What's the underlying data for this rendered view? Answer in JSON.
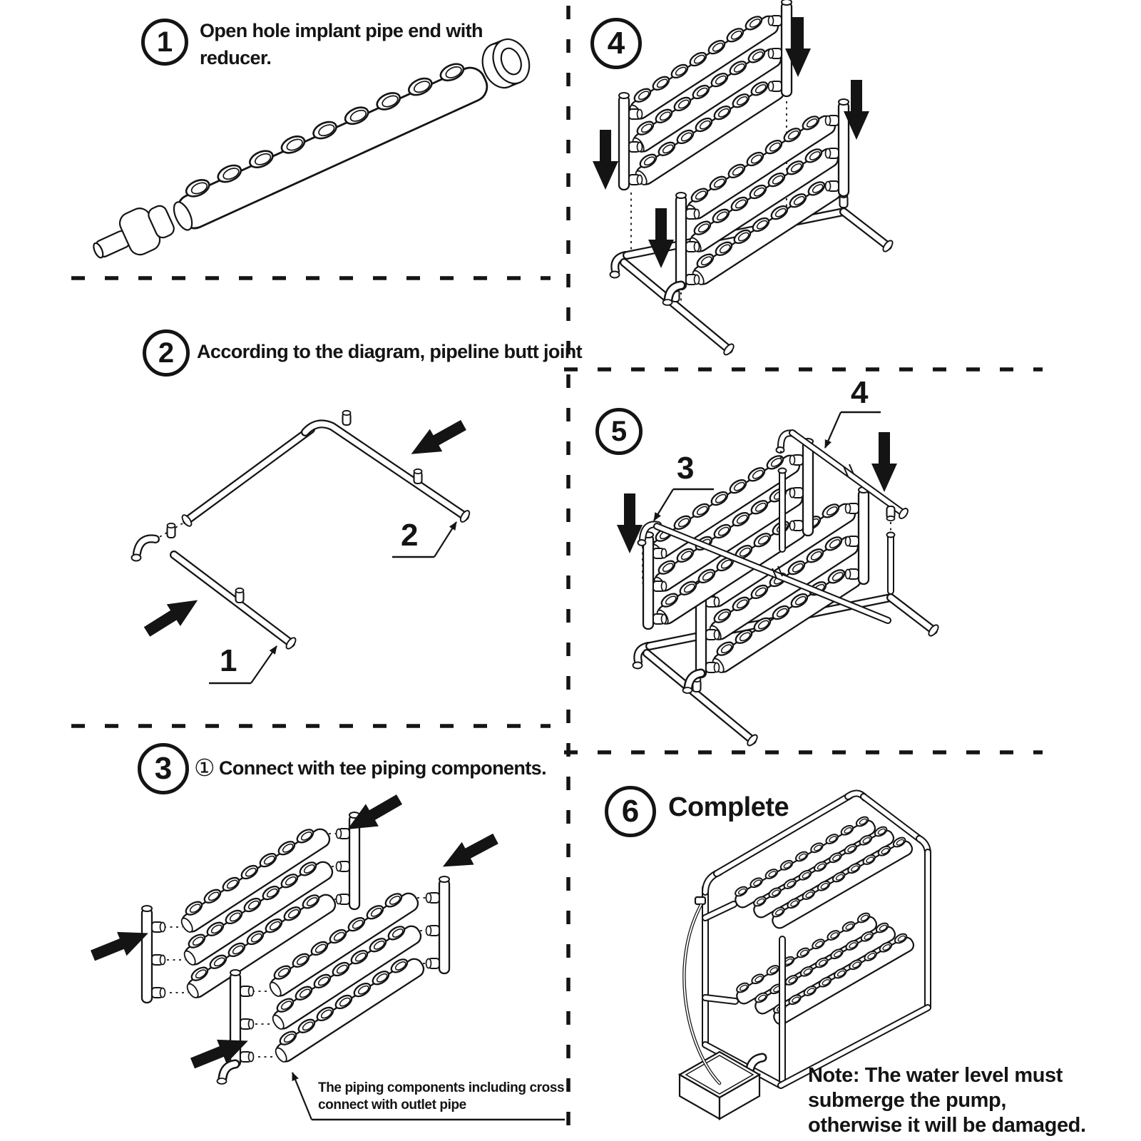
{
  "colors": {
    "background": "#ffffff",
    "ink": "#141414"
  },
  "steps": {
    "s1": {
      "number": "1",
      "text_line1": "Open hole implant pipe end with",
      "text_line2": "reducer."
    },
    "s2": {
      "number": "2",
      "text": "According to the diagram, pipeline butt joint",
      "callout_pipe1": "1",
      "callout_pipe2": "2"
    },
    "s3": {
      "number": "3",
      "sub_step_mark": "①",
      "text": "Connect with tee piping components.",
      "note_line1": "The piping components including cross",
      "note_line2": "connect with outlet pipe"
    },
    "s4": {
      "number": "4"
    },
    "s5": {
      "number": "5",
      "callout_pipe3": "3",
      "callout_pipe4": "4"
    },
    "s6": {
      "number": "6",
      "text": "Complete",
      "note_line1": "Note: The water level must",
      "note_line2": "submerge the pump,",
      "note_line3": "otherwise it will be damaged."
    }
  }
}
